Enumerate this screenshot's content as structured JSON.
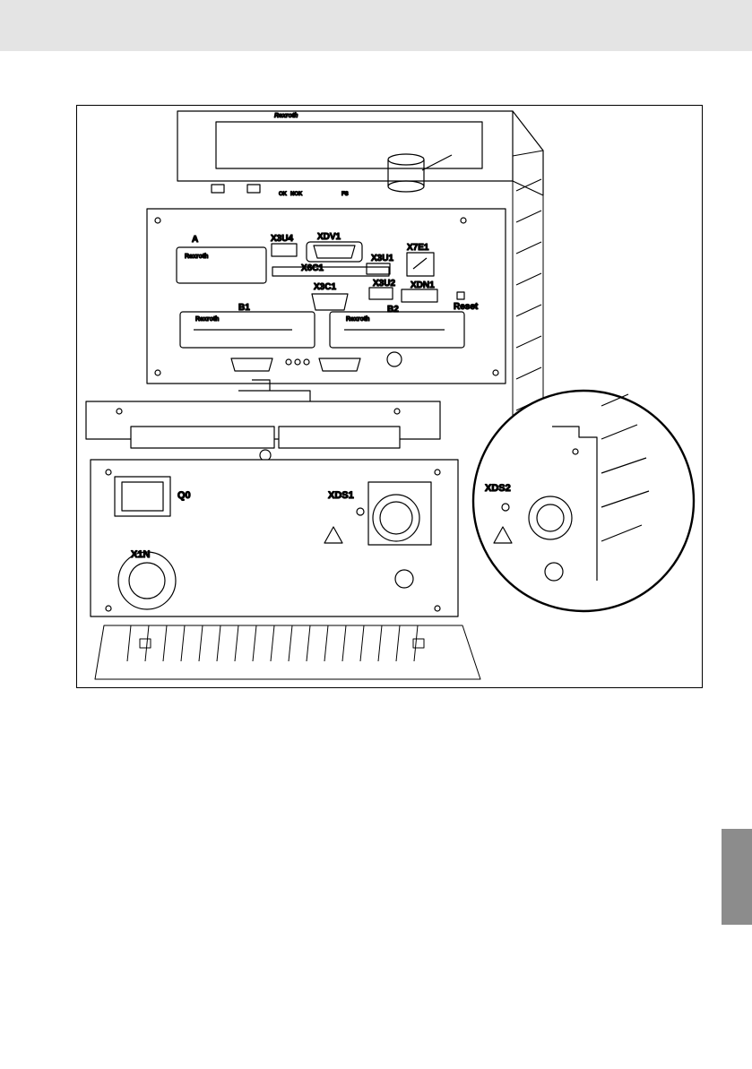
{
  "labels": {
    "a": "A",
    "x3u4": "X3U4",
    "xdv1": "XDV1",
    "x7e1": "X7E1",
    "x6c1": "X6C1",
    "x3u1": "X3U1",
    "x3c1": "X3C1",
    "x3u2": "X3U2",
    "xdn1": "XDN1",
    "reset": "Reset",
    "b1": "B1",
    "b2": "B2",
    "q0": "Q0",
    "xds1": "XDS1",
    "xds2": "XDS2",
    "x1n": "X1N"
  },
  "brand": {
    "rexroth": "Rexroth"
  },
  "status_leds": {
    "ok": "OK",
    "nok": "NOK",
    "fs": "FS"
  },
  "colors": {
    "header_band": "#e4e4e4",
    "thumb_tab": "#8c8c8c",
    "line": "#000000"
  }
}
